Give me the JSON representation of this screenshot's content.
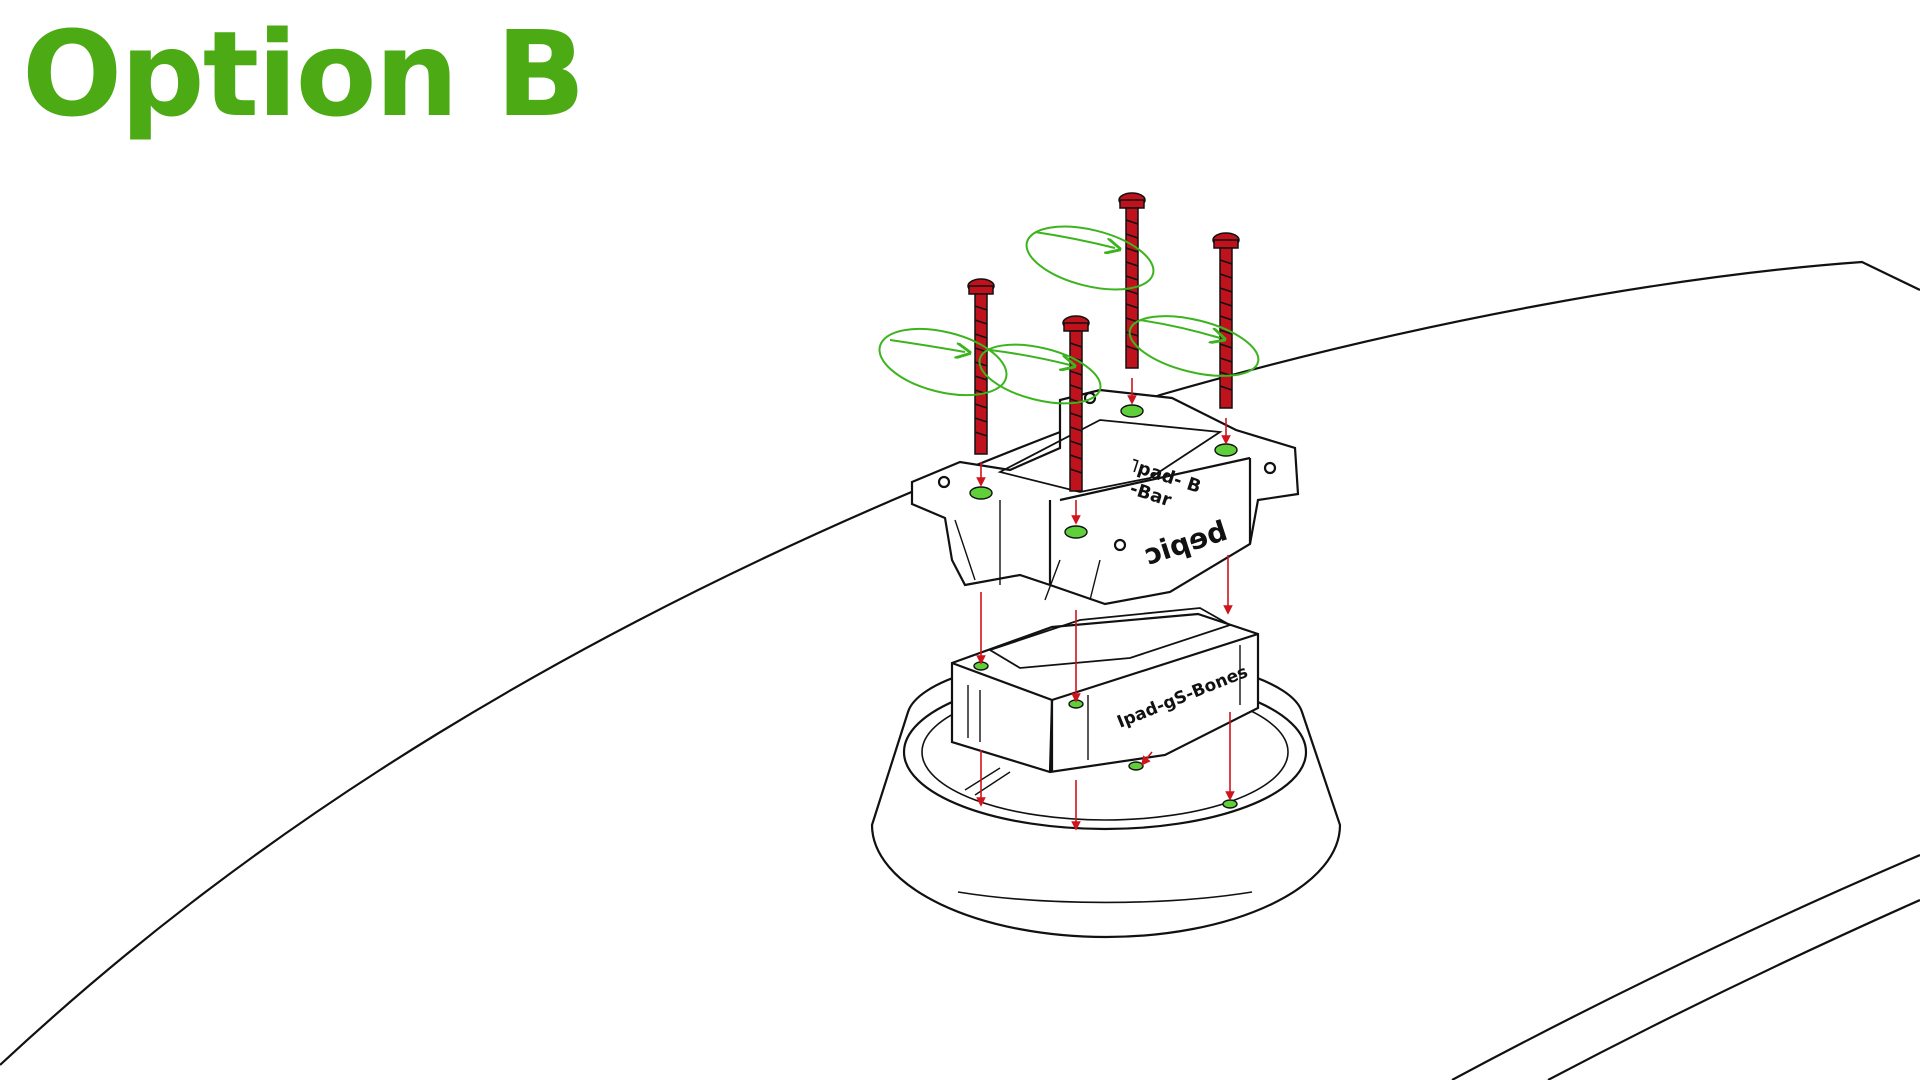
{
  "title": "Option B",
  "engravings": {
    "top_label_a": "˥pad- B",
    "top_label_b": "-Bar",
    "brand_mirrored": "bepic",
    "lower_label": "Ipad-gS-Bones"
  },
  "colors": {
    "title": "#4caa14",
    "outline": "#111111",
    "screw": "#c0121c",
    "arrow": "#d0141c",
    "rotation": "#3cb41e",
    "hole_fill": "#5fcf3a"
  },
  "icons": {
    "screw": "screw-icon",
    "rotation": "rotation-arrow-icon",
    "direction": "down-arrow-icon"
  }
}
